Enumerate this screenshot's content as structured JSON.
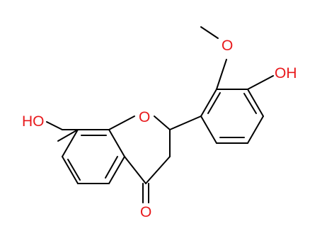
{
  "structure": {
    "atom_labels": {
      "hydroxyl_left": "HO",
      "ring_oxygen": "O",
      "carbonyl_oxygen": "O",
      "methoxy_oxygen": "O",
      "hydroxyl_right": "OH"
    },
    "colors": {
      "carbon_bond": "#000000",
      "heteroatom": "#e8191c",
      "background": "#ffffff"
    }
  }
}
